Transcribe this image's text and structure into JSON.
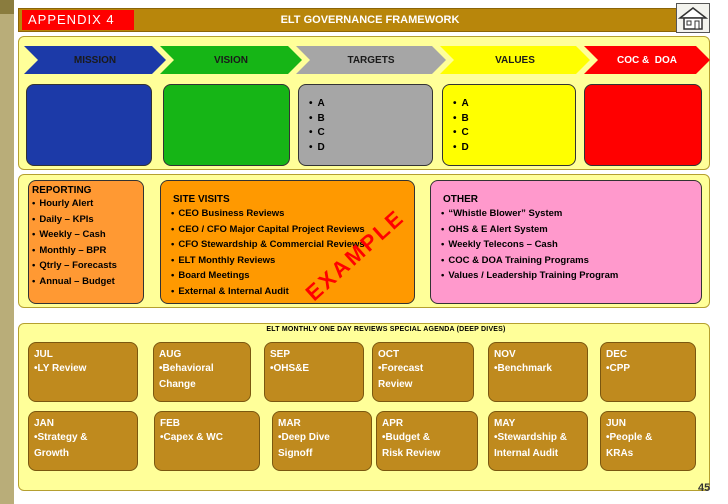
{
  "header": {
    "appendix": "APPENDIX 4",
    "title": "ELT GOVERNANCE FRAMEWORK"
  },
  "pillars": [
    {
      "label": "MISSION",
      "color": "#1c3aa8",
      "text_color": "#1a1a1a",
      "items": []
    },
    {
      "label": "VISION",
      "color": "#16b516",
      "text_color": "#1a1a1a",
      "items": []
    },
    {
      "label": "TARGETS",
      "color": "#a6a6a6",
      "text_color": "#1a1a1a",
      "items": [
        "A",
        "B",
        "C",
        "D"
      ]
    },
    {
      "label": "VALUES",
      "color": "#ffff00",
      "text_color": "#1a1a1a",
      "items": [
        "A",
        "B",
        "C",
        "D"
      ]
    },
    {
      "label": "COC &  DOA",
      "color": "#ff0000",
      "text_color": "#ffffff",
      "items": []
    }
  ],
  "reporting": {
    "title": "REPORTING",
    "items": [
      "Hourly Alert",
      "Daily – KPIs",
      "Weekly – Cash",
      "Monthly – BPR",
      "Qtrly – Forecasts",
      "Annual – Budget"
    ]
  },
  "site_visits": {
    "title": "SITE VISITS",
    "items": [
      "CEO Business Reviews",
      "CEO / CFO Major Capital Project Reviews",
      "CFO Stewardship & Commercial Reviews",
      "ELT Monthly Reviews",
      "Board Meetings",
      "External & Internal Audit"
    ]
  },
  "other": {
    "title": "OTHER",
    "items": [
      "“Whistle Blower” System",
      "OHS & E Alert System",
      "Weekly Telecons – Cash",
      "COC & DOA Training Programs",
      "Values / Leadership Training Program"
    ]
  },
  "stamp": "EXAMPLE",
  "agenda_title": "ELT MONTHLY ONE DAY REVIEWS SPECIAL AGENDA (DEEP DIVES)",
  "months_row1": [
    {
      "name": "JUL",
      "item": "LY Review"
    },
    {
      "name": "AUG",
      "item": "Behavioral\nChange"
    },
    {
      "name": "SEP",
      "item": "OHS&E"
    },
    {
      "name": "OCT",
      "item": "Forecast\nReview"
    },
    {
      "name": "NOV",
      "item": "Benchmark"
    },
    {
      "name": "DEC",
      "item": "CPP"
    }
  ],
  "months_row2": [
    {
      "name": "JAN",
      "item": "Strategy &\nGrowth"
    },
    {
      "name": "FEB",
      "item": "Capex & WC"
    },
    {
      "name": "MAR",
      "item": "Deep Dive\nSignoff"
    },
    {
      "name": "APR",
      "item": "Budget &\nRisk Review"
    },
    {
      "name": "MAY",
      "item": "Stewardship &\nInternal Audit"
    },
    {
      "name": "JUN",
      "item": "People &\nKRAs"
    }
  ],
  "page_number": "45",
  "colors": {
    "accent_red": "#ff0000",
    "header_gold": "#b8860b",
    "panel_yellow": "#ffff99",
    "month_box": "#bf8a1e",
    "site_visits_orange": "#ff9900",
    "other_pink": "#ff99cc",
    "reporting_orange": "#ff9933"
  }
}
